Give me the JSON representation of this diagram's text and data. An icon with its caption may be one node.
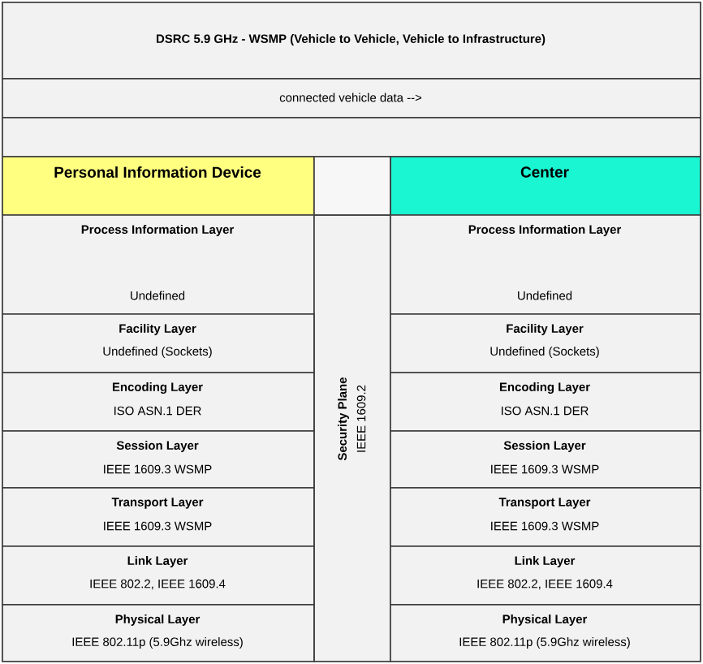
{
  "diagram": {
    "nodes": [
      {
        "text": [
          "DSRC 5.9 GHz - WSMP (Vehicle to Vehicle, Vehicle to Infrastructure)"
        ]
      },
      {
        "text": [
          "connected vehicle data  -->"
        ]
      },
      {
        "text": [],
        "shape": "box"
      },
      {
        "text": [
          "Personal Information Device"
        ]
      },
      {
        "text": [],
        "shape": "box"
      },
      {
        "text": [
          "Center"
        ]
      },
      {
        "text": [
          "Process Information Layer",
          "Undefined"
        ]
      },
      {
        "text": [
          "Security Plane",
          "IEEE 1609.2"
        ]
      },
      {
        "text": [
          "Process Information Layer",
          "Undefined"
        ]
      },
      {
        "text": [
          "Facility Layer",
          "Undefined (Sockets)"
        ]
      },
      {
        "text": [
          "Facility Layer",
          "Undefined (Sockets)"
        ]
      },
      {
        "text": [
          "Encoding Layer",
          "ISO ASN.1 DER"
        ]
      },
      {
        "text": [
          "Encoding Layer",
          "ISO ASN.1 DER"
        ]
      },
      {
        "text": [
          "Session Layer",
          "IEEE 1609.3 WSMP"
        ]
      },
      {
        "text": [
          "Session Layer",
          "IEEE 1609.3 WSMP"
        ]
      },
      {
        "text": [
          "Transport Layer",
          "IEEE 1609.3 WSMP"
        ]
      },
      {
        "text": [
          "Transport Layer",
          "IEEE 1609.3 WSMP"
        ]
      },
      {
        "text": [
          "Link Layer",
          "IEEE 802.2, IEEE 1609.4"
        ]
      },
      {
        "text": [
          "Link Layer",
          "IEEE 802.2, IEEE 1609.4"
        ]
      },
      {
        "text": [
          "Physical Layer",
          "IEEE 802.11p (5.9Ghz wireless)"
        ]
      },
      {
        "text": [
          "Physical Layer",
          "IEEE 802.11p (5.9Ghz wireless)"
        ]
      }
    ]
  }
}
